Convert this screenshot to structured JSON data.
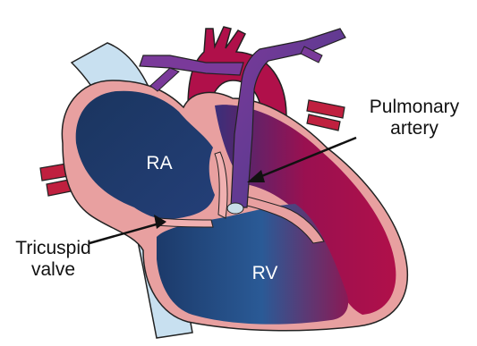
{
  "labels": {
    "ra": "RA",
    "rv": "RV",
    "pulmonary_artery_line1": "Pulmonary",
    "pulmonary_artery_line2": "artery",
    "tricuspid_line1": "Tricuspid",
    "tricuspid_line2": "valve"
  },
  "colors": {
    "deoxygenated_blue": "#1f3f6e",
    "oxygenated_red": "#b0104a",
    "heart_wall_pink": "#e8a0a0",
    "vena_cava_light_blue": "#c8e0f0",
    "pulmonary_purple": "#7a3a9a",
    "outline": "#222222"
  }
}
